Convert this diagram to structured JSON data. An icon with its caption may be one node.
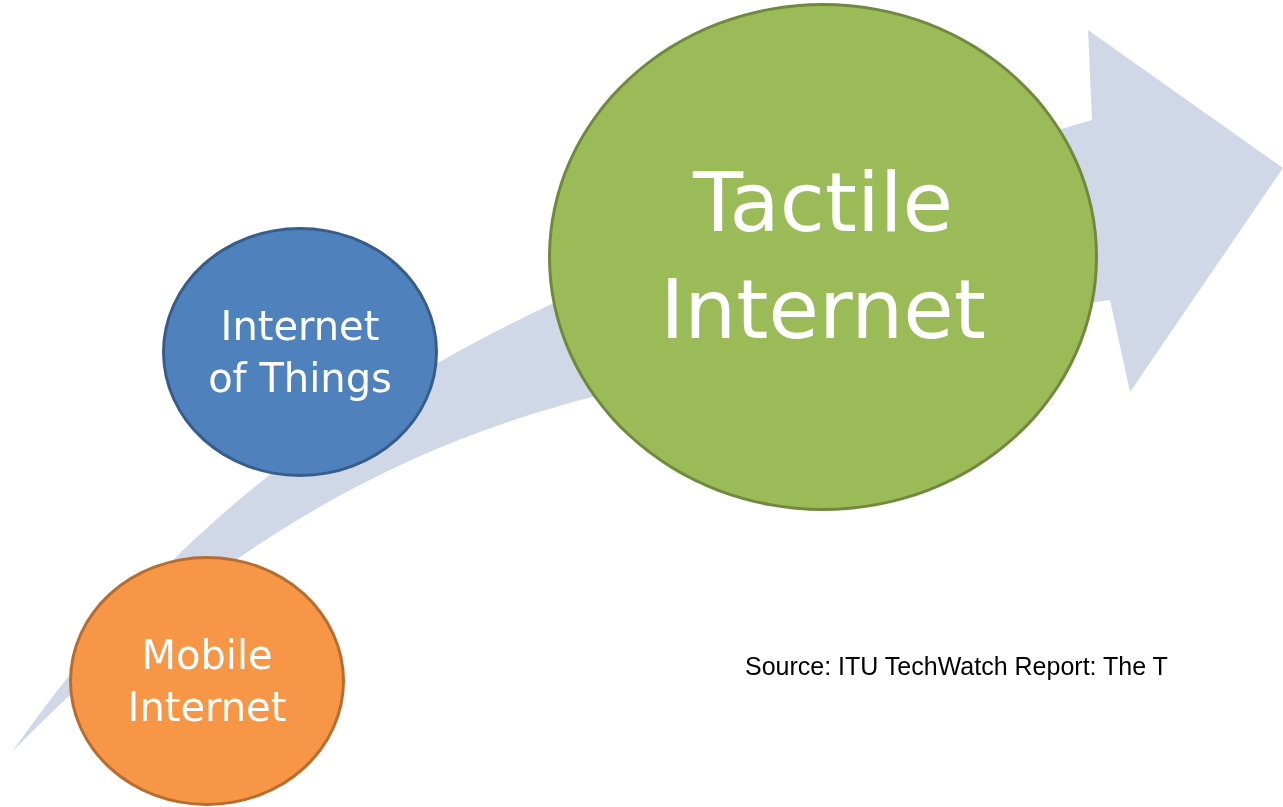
{
  "diagram": {
    "nodes": [
      {
        "text": [
          "Internet of Things"
        ]
      },
      {
        "text": [
          "Tactile Internet"
        ]
      },
      {
        "text": [
          "Mobile Internet"
        ]
      }
    ],
    "labels": [
      "Source: ITU TechWatch Report: The T"
    ]
  }
}
